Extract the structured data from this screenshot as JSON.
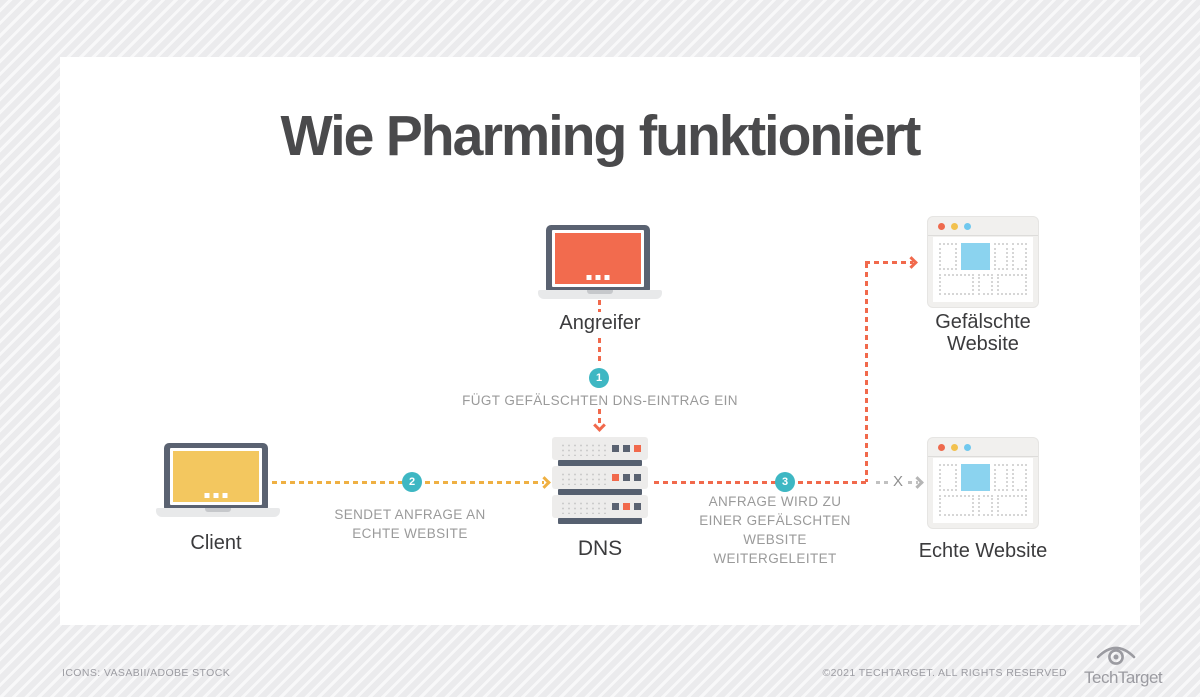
{
  "title": "Wie Pharming funktioniert",
  "nodes": {
    "attacker": {
      "label": "Angreifer"
    },
    "client": {
      "label": "Client"
    },
    "dns": {
      "label": "DNS"
    },
    "fake_website": {
      "label_line1": "Gefälschte",
      "label_line2": "Website"
    },
    "real_website": {
      "label": "Echte Website"
    }
  },
  "steps": [
    {
      "number": "1",
      "lines": [
        "FÜGT GEFÄLSCHTEN DNS-EINTRAG EIN"
      ]
    },
    {
      "number": "2",
      "lines": [
        "SENDET ANFRAGE AN",
        "ECHTE WEBSITE"
      ]
    },
    {
      "number": "3",
      "lines": [
        "ANFRAGE WIRD ZU",
        "EINER GEFÄLSCHTEN",
        "WEBSITE",
        "WEITERGELEITET"
      ]
    }
  ],
  "blocked_marker": "X",
  "footer": {
    "credit": "ICONS: VASABII/ADOBE STOCK",
    "copyright": "©2021 TECHTARGET. ALL RIGHTS RESERVED",
    "brand": "TechTarget"
  },
  "colors": {
    "attacker_screen": "#F26B4E",
    "client_screen": "#F3C75F",
    "step_badge": "#3EB7C3",
    "arrow_orange": "#F1694C",
    "arrow_amber": "#EFB042",
    "arrow_blocked": "#C1C1C1",
    "browser_highlight_blue": "#8BD3EF",
    "device_frame": "#5A6271"
  }
}
